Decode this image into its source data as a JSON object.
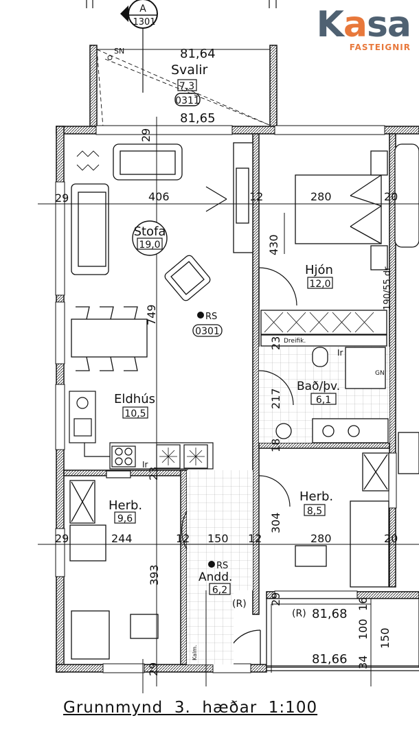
{
  "logo": {
    "word_start": "K",
    "word_accent": "a",
    "word_end": "sa",
    "sub": "FASTEIGNIR",
    "colors": {
      "main": "#4f6172",
      "accent": "#e8783b"
    }
  },
  "section_marker": {
    "letter": "A",
    "number": "1301"
  },
  "balcony": {
    "name": "Svalir",
    "area": "7,3",
    "code": "0311",
    "level_top": "81,64",
    "level_bottom": "81,65",
    "sn": "SN"
  },
  "rooms": {
    "stofa": {
      "name": "Stofa",
      "area": "19,0"
    },
    "hjon": {
      "name": "Hjón",
      "area": "12,0"
    },
    "bad": {
      "name": "Bað/þv.",
      "area": "6,1"
    },
    "eldhus": {
      "name": "Eldhús",
      "area": "10,5"
    },
    "herb1": {
      "name": "Herb.",
      "area": "9,6"
    },
    "herb2": {
      "name": "Herb.",
      "area": "8,5"
    },
    "andd": {
      "name": "Andd.",
      "area": "6,2"
    }
  },
  "rs": {
    "label1": "RS",
    "code": "0301",
    "label2": "RS"
  },
  "dims": {
    "d29a": "29",
    "d29b": "29",
    "d29c": "29",
    "d29d": "29",
    "d29e": "29",
    "d406": "406",
    "d12a": "12",
    "d280a": "280",
    "d20a": "20",
    "d430": "430",
    "d749": "749",
    "d23a": "23",
    "d217": "217",
    "d18": "18",
    "d23b": "23",
    "d304": "304",
    "d244": "244",
    "d12b": "12",
    "d150a": "150",
    "d12c": "12",
    "d280b": "280",
    "d20b": "20",
    "d393": "393",
    "d16": "16",
    "d100": "100",
    "d150b": "150",
    "d34": "34",
    "shaft": "190/55 dr"
  },
  "levels": {
    "r": "(R)",
    "r2": "(R)",
    "l1": "81,68",
    "l2": "81,66"
  },
  "small": {
    "ir1": "Ir",
    "ir2": "Ir",
    "dreifik": "Dreifik.",
    "kalm": "Kalm.",
    "gn": "GN"
  },
  "caption": "Grunnmynd  3.  hæðar  1:100"
}
